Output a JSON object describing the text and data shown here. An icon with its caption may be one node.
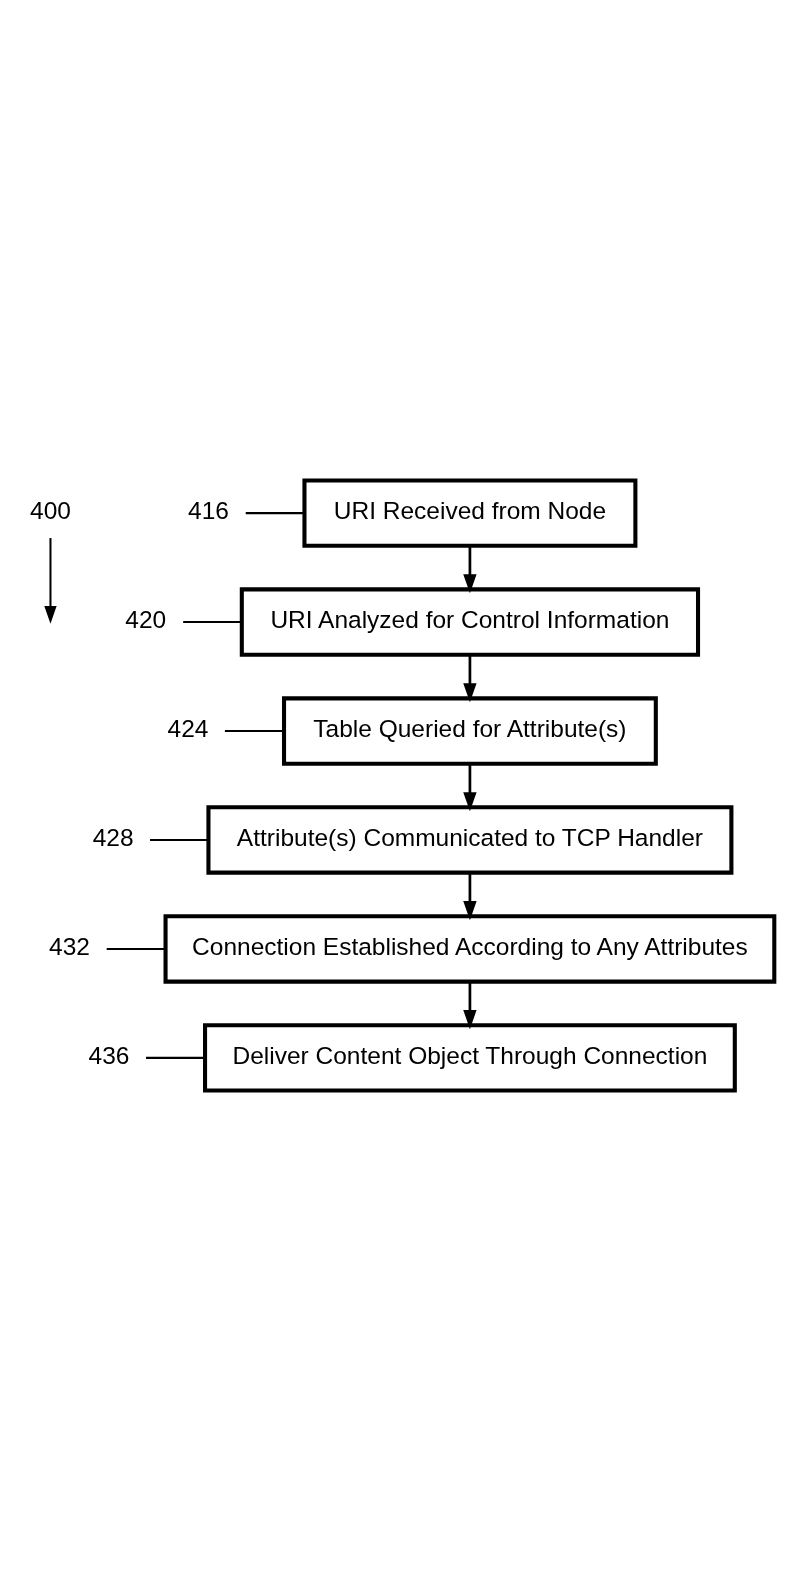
{
  "diagram": {
    "nodes": [
      {
        "text": [
          "400"
        ]
      },
      {
        "text": [
          "416"
        ]
      },
      {
        "text": [
          "URI Received from Node"
        ]
      },
      {
        "text": [
          "420"
        ]
      },
      {
        "text": [
          "URI Analyzed for Control Information"
        ]
      },
      {
        "text": [
          "424"
        ]
      },
      {
        "text": [
          "Table Queried for Attribute(s)"
        ]
      },
      {
        "text": [
          "428"
        ]
      },
      {
        "text": [
          "Attribute(s) Communicated to TCP Handler"
        ]
      },
      {
        "text": [
          "432"
        ]
      },
      {
        "text": [
          "Connection Established According to Any Attributes"
        ]
      },
      {
        "text": [
          "436"
        ]
      },
      {
        "text": [
          "Deliver Content Object Through Connection"
        ]
      }
    ],
    "edges": [
      {
        "from": 0,
        "to": null,
        "arrow": "to"
      },
      {
        "from": 1,
        "to": 2,
        "arrow": "none"
      },
      {
        "from": 2,
        "to": 4,
        "arrow": "to"
      },
      {
        "from": 3,
        "to": 4,
        "arrow": "none"
      },
      {
        "from": 4,
        "to": 6,
        "arrow": "to"
      },
      {
        "from": 5,
        "to": 6,
        "arrow": "none"
      },
      {
        "from": 6,
        "to": 8,
        "arrow": "to"
      },
      {
        "from": 7,
        "to": 8,
        "arrow": "none"
      },
      {
        "from": 8,
        "to": 10,
        "arrow": "to"
      },
      {
        "from": 9,
        "to": 10,
        "arrow": "none"
      },
      {
        "from": 10,
        "to": 12,
        "arrow": "to"
      },
      {
        "from": 11,
        "to": 12,
        "arrow": "none"
      }
    ]
  }
}
